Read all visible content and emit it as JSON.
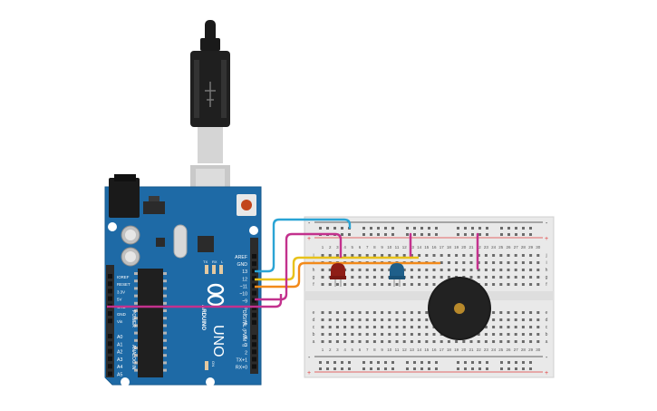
{
  "board": {
    "brand": "ARDUINO",
    "model": "UNO",
    "on_label": "ON",
    "tx_label": "TX",
    "rx_label": "RX",
    "l_label": "L",
    "digital_header": "DIGITAL (PWM ~)",
    "analog_header": "ANALOG IN",
    "power_header": "POWER",
    "digital_pins": [
      "AREF",
      "GND",
      "13",
      "12",
      "~11",
      "~10",
      "~9",
      "8",
      "7",
      "~6",
      "~5",
      "4",
      "~3",
      "2",
      "TX+1",
      "RX+0"
    ],
    "power_pins": [
      "IOREF",
      "RESET",
      "3.3V",
      "5V",
      "GND",
      "GND",
      "Vin"
    ],
    "analog_pins": [
      "A0",
      "A1",
      "A2",
      "A3",
      "A4",
      "A5"
    ]
  },
  "breadboard": {
    "column_numbers": [
      "1",
      "2",
      "3",
      "4",
      "5",
      "6",
      "7",
      "8",
      "9",
      "10",
      "11",
      "12",
      "13",
      "14",
      "15",
      "16",
      "17",
      "18",
      "19",
      "20",
      "21",
      "22",
      "23",
      "24",
      "25",
      "26",
      "27",
      "28",
      "29",
      "30"
    ],
    "row_letters_top": [
      "j",
      "i",
      "h",
      "g",
      "f"
    ],
    "row_letters_bottom": [
      "e",
      "d",
      "c",
      "b",
      "a"
    ],
    "rail_plus": "+",
    "rail_minus": "-"
  },
  "components": {
    "led_red_color": "#8f1d17",
    "led_blue_color": "#1f5f8a",
    "buzzer_color": "#1c1c1c"
  },
  "wires": {
    "pin13": "#2aa4d5",
    "pin12": "#e8c21b",
    "pin11": "#f28a1a",
    "pin9": "#c3318d",
    "gnd": "#c3318d"
  },
  "colors": {
    "board": "#1e6aa6",
    "header": "#2b2b2b",
    "breadboard": "#e9e9e9"
  }
}
